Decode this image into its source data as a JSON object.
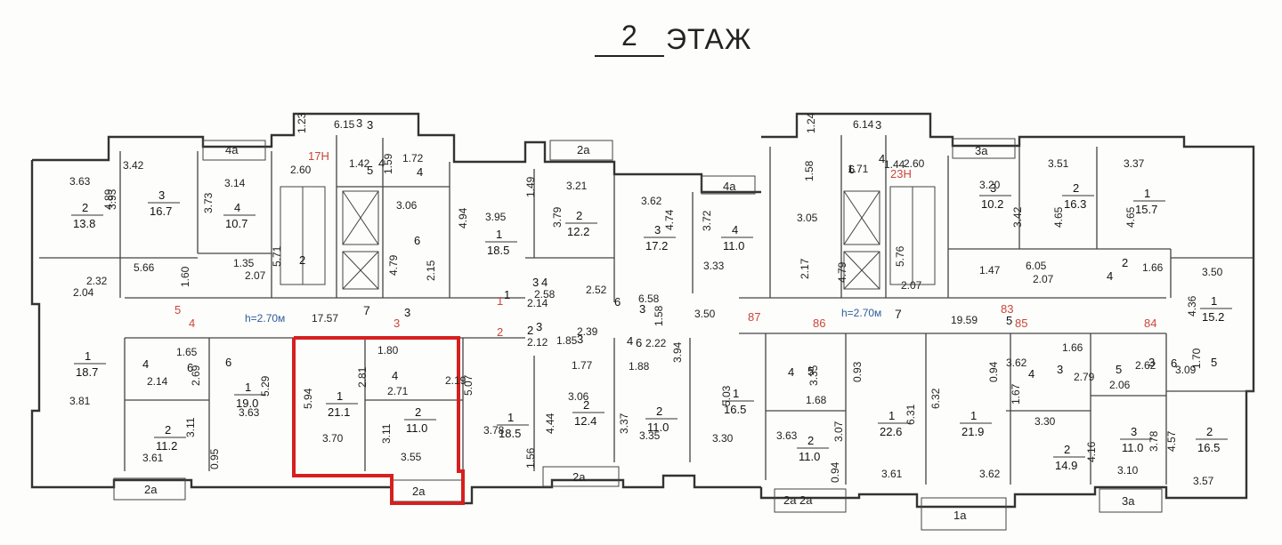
{
  "header": {
    "floor_number": "2",
    "floor_word": "ЭТАЖ"
  },
  "colors": {
    "wall": "#333333",
    "highlight": "#d61f1f",
    "red_labels": "#c9463a",
    "blue_labels": "#2e5c9a"
  },
  "corridors": [
    {
      "id": "left",
      "height_label": "h=2.70м",
      "number": "7",
      "length": "17.57",
      "red_marks": [
        "5",
        "4",
        "3",
        "1",
        "2"
      ]
    },
    {
      "id": "right",
      "height_label": "h=2.70м",
      "number": "7",
      "length": "19.59",
      "red_marks": [
        "87",
        "86",
        "83",
        "85",
        "84"
      ]
    }
  ],
  "stairs": [
    {
      "code": "17Н"
    },
    {
      "code": "23Н"
    }
  ],
  "rooms": [
    {
      "no": "2",
      "area": "13.8"
    },
    {
      "no": "3",
      "area": "16.7"
    },
    {
      "no": "4",
      "area": "10.7"
    },
    {
      "no": "6",
      "area": ""
    },
    {
      "no": "1",
      "area": "18.5"
    },
    {
      "no": "2",
      "area": "12.2"
    },
    {
      "no": "3",
      "area": "17.2"
    },
    {
      "no": "4",
      "area": "11.0"
    },
    {
      "no": "2",
      "area": "16.3"
    },
    {
      "no": "1",
      "area": "15.7"
    },
    {
      "no": "3",
      "area": "10.2"
    },
    {
      "no": "1",
      "area": "18.7"
    },
    {
      "no": "1",
      "area": "19.0"
    },
    {
      "no": "2",
      "area": "11.2"
    },
    {
      "no": "1",
      "area": "21.1"
    },
    {
      "no": "2",
      "area": "11.0"
    },
    {
      "no": "1",
      "area": "18.5"
    },
    {
      "no": "2",
      "area": "12.4"
    },
    {
      "no": "2",
      "area": "11.0"
    },
    {
      "no": "1",
      "area": "16.5"
    },
    {
      "no": "1",
      "area": "22.6"
    },
    {
      "no": "1",
      "area": "21.9"
    },
    {
      "no": "2",
      "area": "11.0"
    },
    {
      "no": "2",
      "area": "14.9"
    },
    {
      "no": "3",
      "area": "11.0"
    },
    {
      "no": "2",
      "area": "16.5"
    },
    {
      "no": "1",
      "area": "15.2"
    }
  ],
  "small_room_labels": [
    "5",
    "4",
    "3",
    "4",
    "3",
    "4",
    "3",
    "3",
    "4",
    "3",
    "4",
    "3",
    "5",
    "6",
    "6",
    "4",
    "6",
    "6",
    "4",
    "5",
    "3",
    "4",
    "3",
    "6",
    "5",
    "4",
    "5",
    "4",
    "6",
    "2",
    "2",
    "1",
    "2"
  ],
  "small_area_labels": [
    "2.04",
    "2.14",
    "2.14",
    "2.12",
    "2.07",
    "2.07",
    "1.77",
    "1.88",
    "1.66",
    "2.06",
    "2.19",
    "2.71",
    "2.79",
    "2.22",
    "2.39",
    "2.52",
    "2.58",
    "1.85",
    "1.35",
    "1.47",
    "2.07"
  ],
  "dimensions": [
    "3.63",
    "3.93",
    "3.42",
    "4.89",
    "3.73",
    "3.14",
    "2.60",
    "6.15",
    "1.23",
    "1.42",
    "1.59",
    "1.72",
    "3.06",
    "4.79",
    "2.15",
    "4.94",
    "3.95",
    "1.49",
    "3.21",
    "3.79",
    "3.62",
    "4.74",
    "3.72",
    "3.33",
    "5.66",
    "1.60",
    "2.32",
    "5.71",
    "6.14",
    "1.24",
    "1.58",
    "1.71",
    "1.44",
    "2.60",
    "3.20",
    "3.42",
    "3.51",
    "4.65",
    "3.37",
    "4.65",
    "3.05",
    "2.17",
    "4.79",
    "5.76",
    "6.05",
    "3.50",
    "4.36",
    "1.66",
    "3.81",
    "1.65",
    "2.69",
    "5.29",
    "3.63",
    "3.11",
    "3.61",
    "0.95",
    "5.94",
    "2.81",
    "1.80",
    "3.70",
    "3.11",
    "3.55",
    "5.07",
    "3.78",
    "1.56",
    "3.06",
    "4.44",
    "3.37",
    "3.35",
    "5.03",
    "3.30",
    "3.50",
    "3.94",
    "1.58",
    "3.35",
    "0.93",
    "1.68",
    "3.63",
    "3.07",
    "0.94",
    "6.31",
    "3.61",
    "6.32",
    "0.94",
    "3.62",
    "1.67",
    "3.30",
    "3.62",
    "4.16",
    "2.62",
    "3.09",
    "1.70",
    "3.78",
    "3.10",
    "4.57",
    "3.57",
    "6.58"
  ],
  "balconies": [
    "2a",
    "2a",
    "2a",
    "1a",
    "2a",
    "3a",
    "2a",
    "4a",
    "2a",
    "4a",
    "3a",
    "3",
    "3"
  ]
}
